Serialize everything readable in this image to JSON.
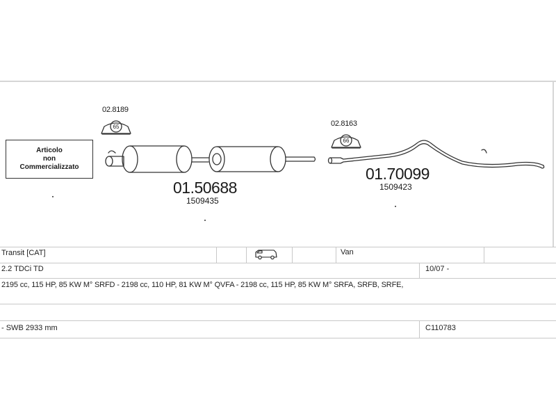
{
  "diagram": {
    "clamps": [
      {
        "code": "02.8189",
        "number": "65"
      },
      {
        "code": "02.8163",
        "number": "66"
      }
    ],
    "note": "Articolo\nnon\nCommercializzato",
    "parts": [
      {
        "code": "01.50688",
        "ref": "1509435"
      },
      {
        "code": "01.70099",
        "ref": "1509423"
      }
    ]
  },
  "table": {
    "model": "Transit  [CAT]",
    "body_type": "Van",
    "vehicle_icon": "van-icon",
    "engine": "2.2 TDCi TD",
    "date": "10/07 -",
    "specs": "2195 cc, 115 HP, 85 KW M° SRFD - 2198 cc, 110 HP, 81 KW M° QVFA - 2198 cc, 115 HP, 85 KW M° SRFA, SRFB, SRFE,",
    "wheelbase": "- SWB 2933 mm",
    "catalog_code": "C110783"
  }
}
